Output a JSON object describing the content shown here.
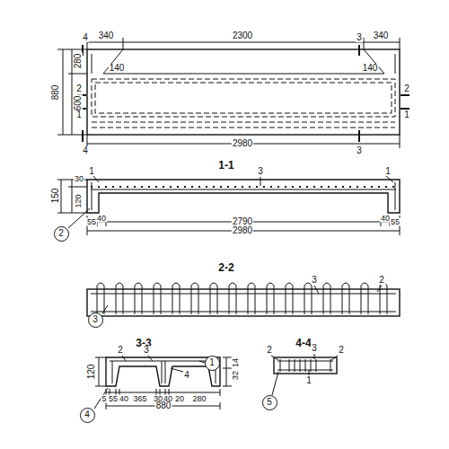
{
  "diagram": {
    "nodes": [
      {
        "text": [
          "2"
        ]
      },
      {
        "text": [
          "3"
        ]
      },
      {
        "text": [
          "1"
        ]
      },
      {
        "text": [
          "4"
        ]
      },
      {
        "text": [
          "5"
        ]
      }
    ],
    "labels": [
      "4",
      "3",
      "340",
      "2300",
      "340",
      "280",
      "140",
      "140",
      "880",
      "600",
      "2",
      "1",
      "2",
      "1",
      "4",
      "3",
      "2980",
      "1-1",
      "1",
      "3",
      "1",
      "30",
      "120",
      "150",
      "55",
      "40",
      "2790",
      "40",
      "55",
      "2980",
      "2-2",
      "3",
      "2",
      "3-3",
      "2",
      "3",
      "4",
      "120",
      "32",
      "14",
      "5",
      "55",
      "40",
      "365",
      "30",
      "40",
      "20",
      "280",
      "880",
      "4-4",
      "2",
      "3",
      "2",
      "1"
    ]
  }
}
